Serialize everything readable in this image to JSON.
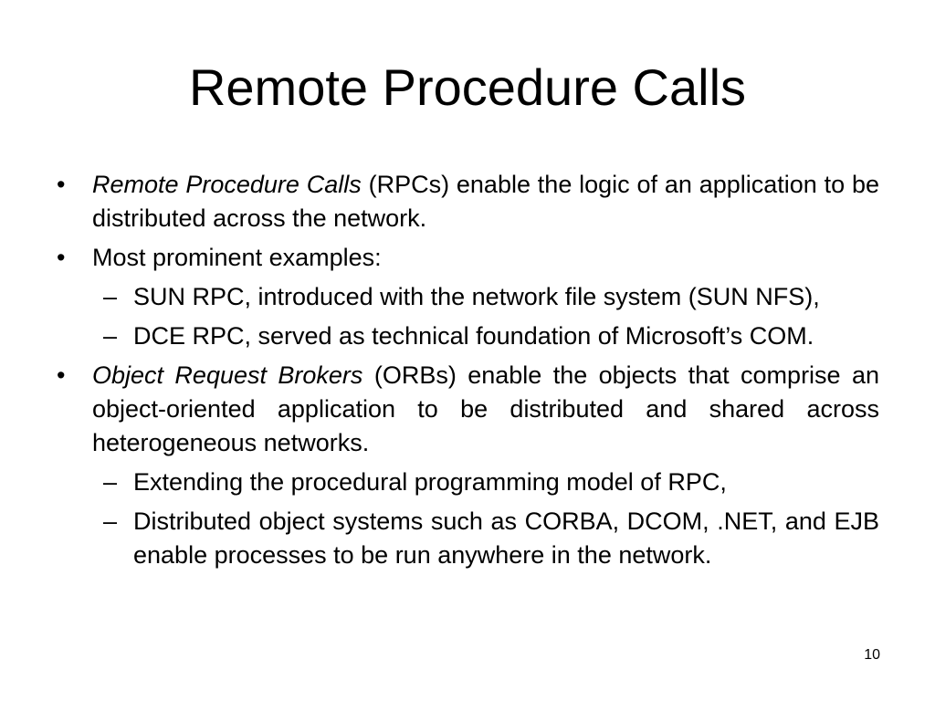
{
  "slide": {
    "title": "Remote Procedure Calls",
    "page_number": "10",
    "bullets": [
      {
        "marker": "•",
        "emph": "Remote Procedure Calls",
        "text": " (RPCs) enable the logic of an application to be distributed across the network."
      },
      {
        "marker": "•",
        "text": "Most prominent examples:",
        "sub": [
          {
            "marker": "–",
            "text": "SUN RPC, introduced with the network file system (SUN NFS),"
          },
          {
            "marker": "–",
            "text": "DCE RPC, served as technical foundation of Microsoft’s COM."
          }
        ]
      },
      {
        "marker": "•",
        "emph": "Object Request Brokers",
        "text": " (ORBs) enable the objects that comprise an object-oriented application to be distributed and shared across heterogeneous networks.",
        "sub": [
          {
            "marker": "–",
            "text": "Extending the procedural programming model of RPC,"
          },
          {
            "marker": "–",
            "text": "Distributed object systems such as CORBA, DCOM, .NET, and EJB enable processes to be run anywhere in the network."
          }
        ]
      }
    ]
  }
}
